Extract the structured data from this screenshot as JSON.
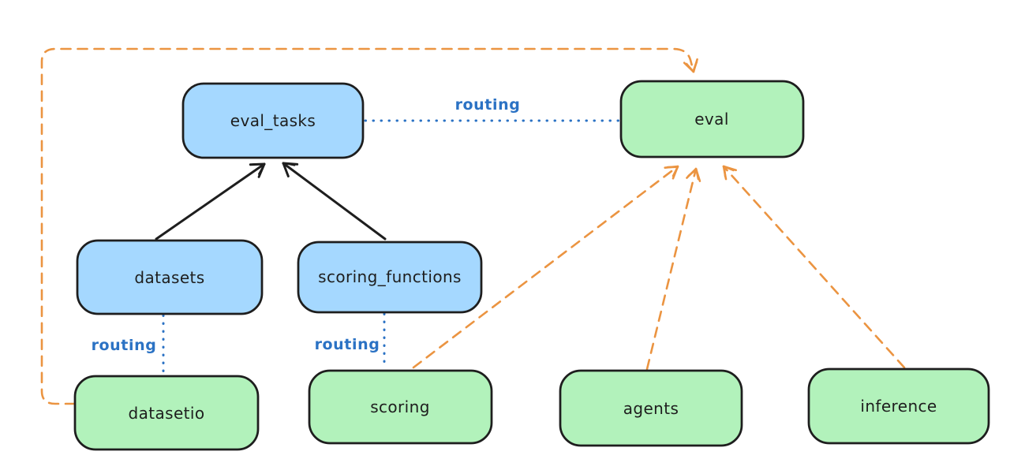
{
  "nodes": {
    "eval_tasks": {
      "label": "eval_tasks"
    },
    "eval": {
      "label": "eval"
    },
    "datasets": {
      "label": "datasets"
    },
    "scoring_functions": {
      "label": "scoring_functions"
    },
    "datasetio": {
      "label": "datasetio"
    },
    "scoring": {
      "label": "scoring"
    },
    "agents": {
      "label": "agents"
    },
    "inference": {
      "label": "inference"
    }
  },
  "edges": {
    "eval_tasks_to_eval": {
      "label": "routing"
    },
    "datasets_to_datasetio": {
      "label": "routing"
    },
    "scoring_functions_to_scoring": {
      "label": "routing"
    }
  },
  "colors": {
    "background": "#ffffff",
    "node_stroke": "#1e1e1e",
    "node_blue_fill": "#a5d8ff",
    "node_green_fill": "#b2f2bb",
    "node_text": "#1e1e1e",
    "routing_blue": "#2b72c4",
    "dashed_orange": "#eb9441",
    "solid_black": "#1e1e1e"
  }
}
